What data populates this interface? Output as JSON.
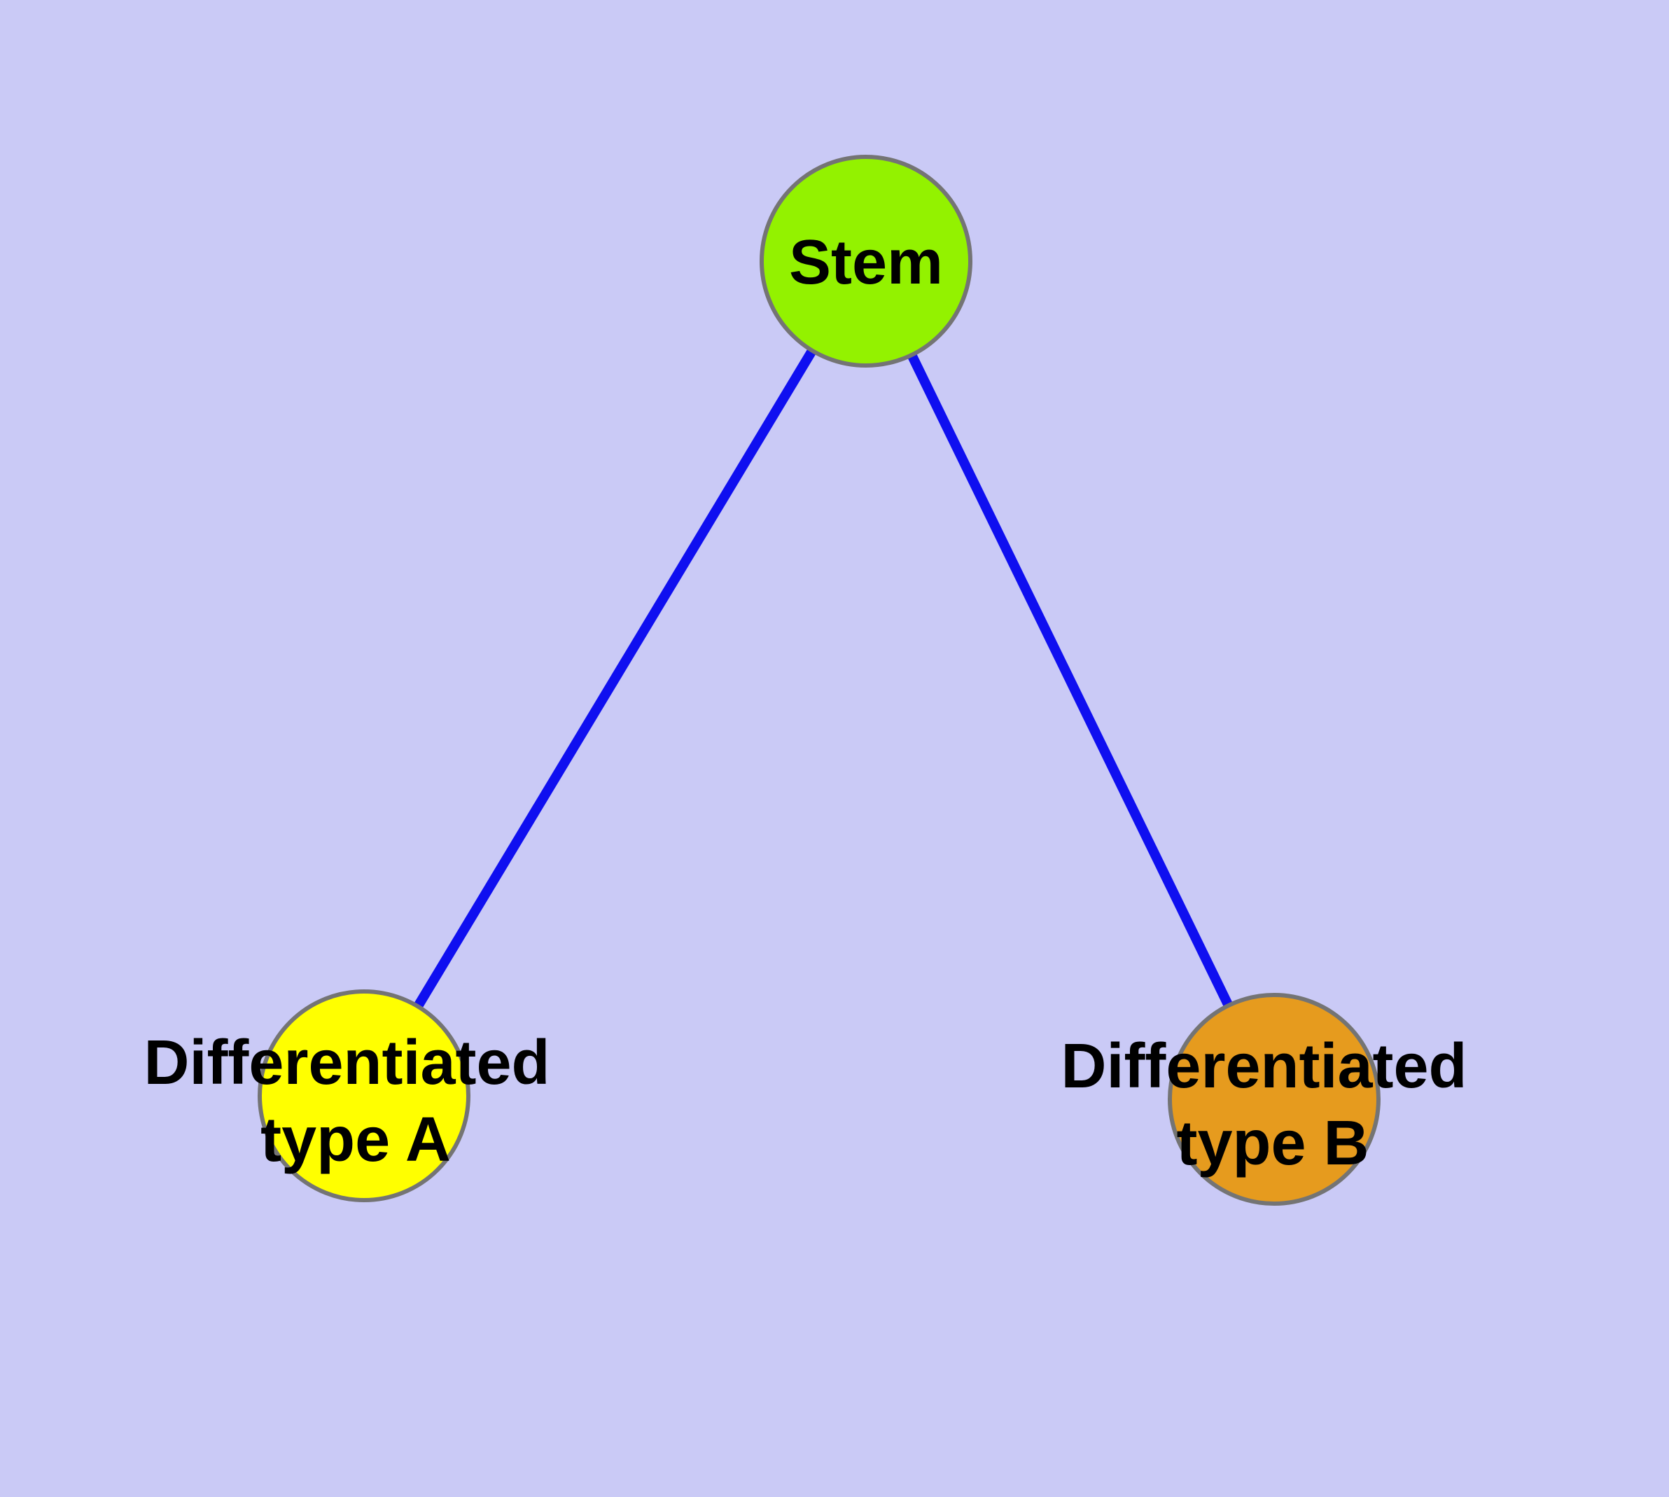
{
  "diagram": {
    "background_color": "#cacaf6",
    "edge_color": "#0f0ff0",
    "node_border_color": "#747474",
    "text_color": "#000000",
    "nodes": [
      {
        "id": "stem",
        "label": "Stem",
        "fill": "#93f200"
      },
      {
        "id": "differentiated-type-a",
        "label_line1": "Differentiated",
        "label_line2": "type A",
        "fill": "#ffff00"
      },
      {
        "id": "differentiated-type-b",
        "label_line1": "Differentiated",
        "label_line2": "type B",
        "fill": "#e69b1e"
      }
    ],
    "edges": [
      {
        "from": "Stem",
        "to": "Differentiated type A"
      },
      {
        "from": "Stem",
        "to": "Differentiated type B"
      }
    ]
  }
}
